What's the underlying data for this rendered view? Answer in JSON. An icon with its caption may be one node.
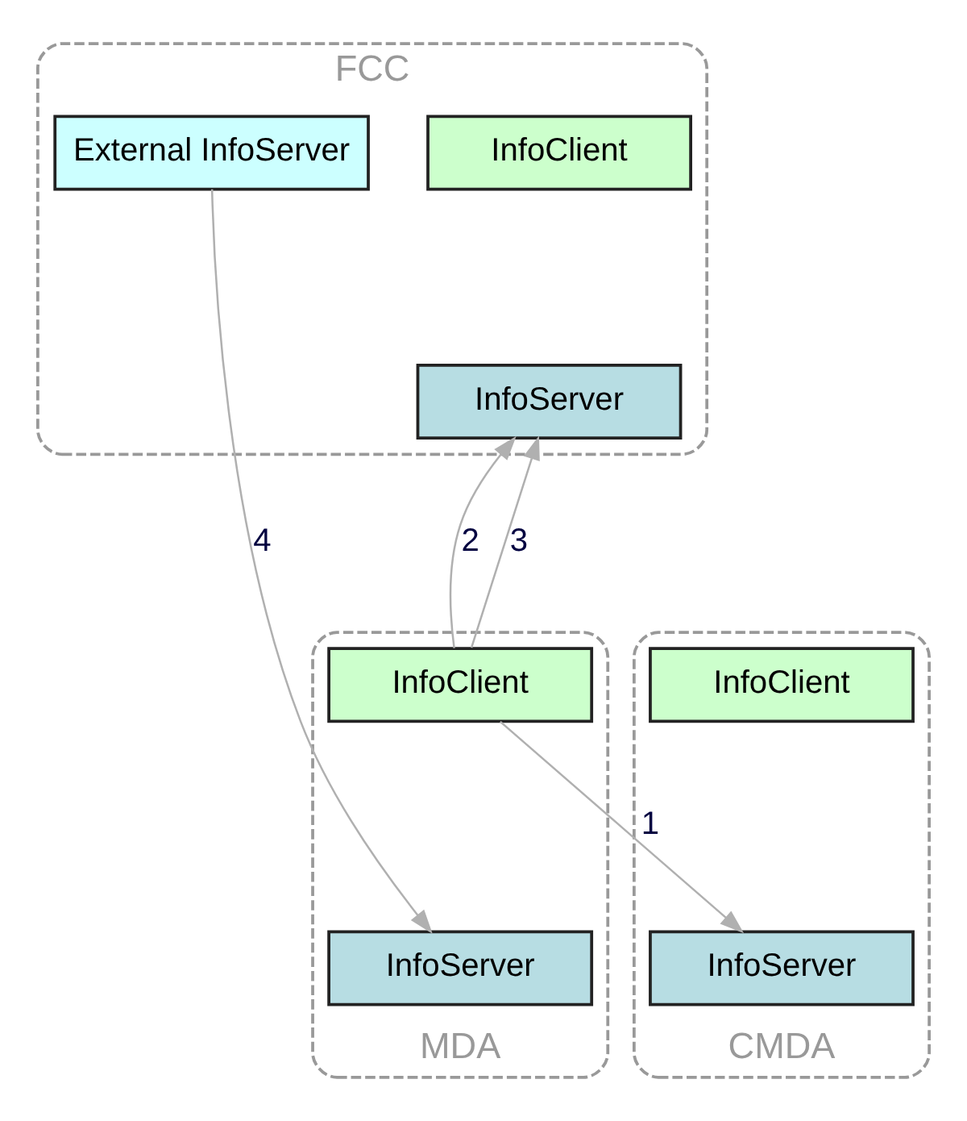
{
  "diagram": {
    "nodes": [
      {
        "text": [
          "FCC"
        ]
      },
      {
        "text": [
          "InfoClient"
        ],
        "in": 0
      },
      {
        "text": [
          "InfoServer"
        ],
        "in": 0
      },
      {
        "text": [
          "External InfoServer"
        ],
        "in": 0
      },
      {
        "text": [
          "MDA"
        ]
      },
      {
        "text": [
          "InfoClient"
        ],
        "in": 4
      },
      {
        "text": [
          "InfoServer"
        ],
        "in": 4
      },
      {
        "text": [
          "CMDA"
        ]
      },
      {
        "text": [
          "InfoClient"
        ],
        "in": 7
      },
      {
        "text": [
          "InfoServer"
        ],
        "in": 7
      }
    ],
    "edges": [
      {
        "from": 5,
        "to": 9,
        "arrow": "to",
        "label": "1"
      },
      {
        "from": 5,
        "to": 2,
        "arrow": "to",
        "label": "2"
      },
      {
        "from": 5,
        "to": 2,
        "arrow": "to",
        "label": "3"
      },
      {
        "from": 3,
        "to": 6,
        "arrow": "to",
        "label": "4"
      }
    ]
  }
}
